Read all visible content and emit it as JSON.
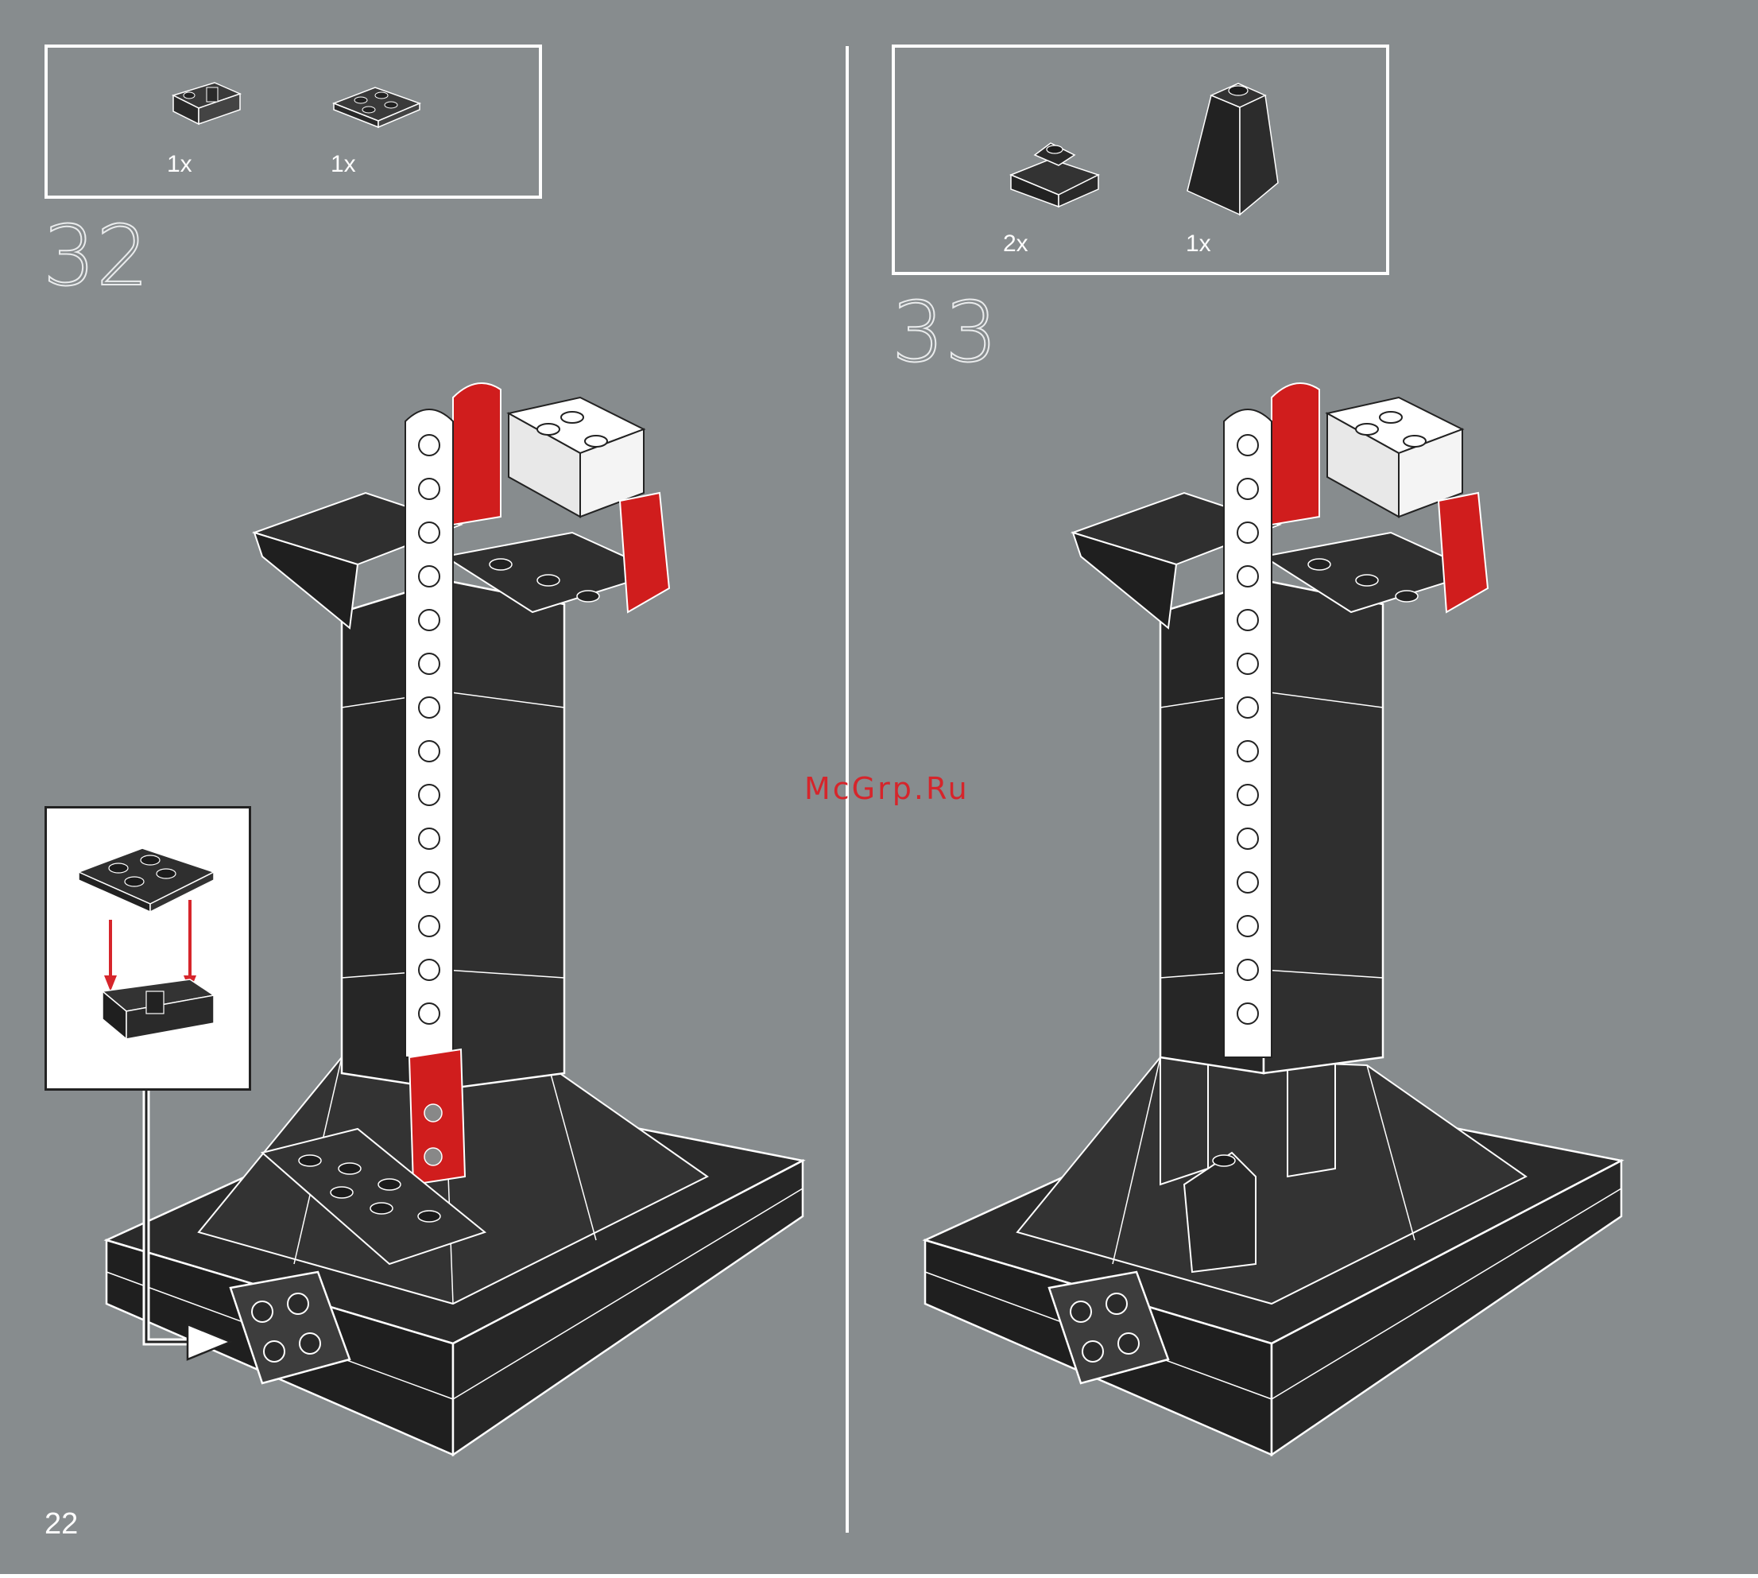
{
  "page": {
    "number": "22"
  },
  "watermark": "McGrp.Ru",
  "steps": [
    {
      "number": "32",
      "parts": [
        {
          "qty": "1x",
          "icon": "bracket-brick-icon"
        },
        {
          "qty": "1x",
          "icon": "plate-2x2-icon"
        }
      ],
      "callout": true
    },
    {
      "number": "33",
      "parts": [
        {
          "qty": "2x",
          "icon": "slope-small-icon"
        },
        {
          "qty": "1x",
          "icon": "slope-tall-icon"
        }
      ]
    }
  ],
  "colors": {
    "background": "#878c8e",
    "brick_dark": "#2a2a2a",
    "brick_white": "#ffffff",
    "brick_red": "#d01d1d",
    "arrow_red": "#d6252b",
    "outline": "#ffffff"
  }
}
